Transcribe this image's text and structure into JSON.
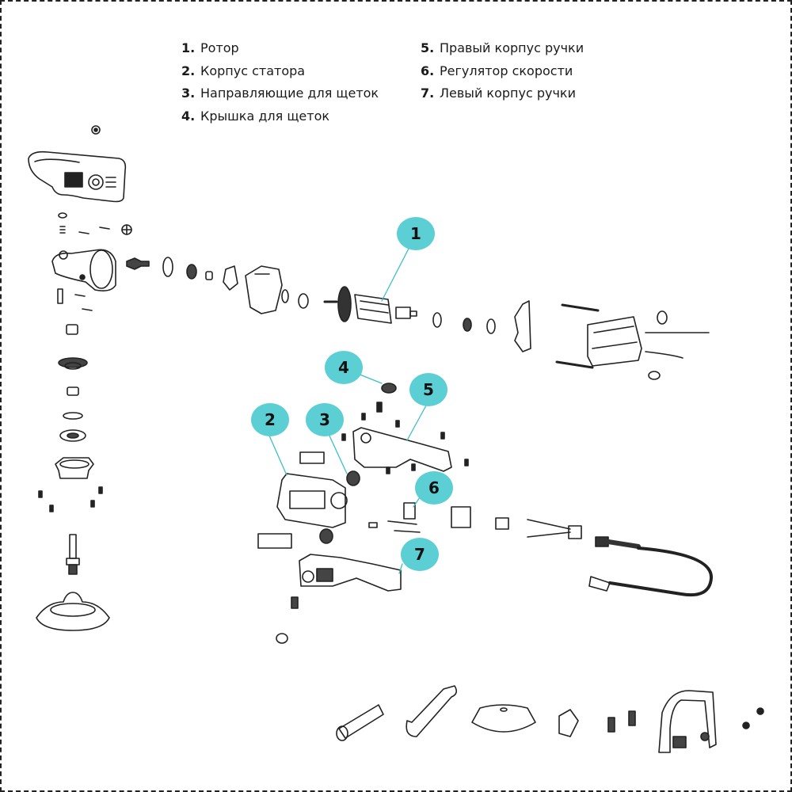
{
  "legend": {
    "items": [
      {
        "num": "1.",
        "label": "Ротор"
      },
      {
        "num": "2.",
        "label": "Корпус статора"
      },
      {
        "num": "3.",
        "label": "Направляющие для щеток"
      },
      {
        "num": "4.",
        "label": "Крышка для щеток"
      },
      {
        "num": "5.",
        "label": "Правый корпус ручки"
      },
      {
        "num": "6.",
        "label": "Регулятор скорости"
      },
      {
        "num": "7.",
        "label": "Левый корпус ручки"
      }
    ]
  },
  "callouts": [
    {
      "id": "1",
      "part": "rotor"
    },
    {
      "id": "2",
      "part": "stator-housing"
    },
    {
      "id": "3",
      "part": "brush-guides"
    },
    {
      "id": "4",
      "part": "brush-cap"
    },
    {
      "id": "5",
      "part": "right-handle-housing"
    },
    {
      "id": "6",
      "part": "speed-controller"
    },
    {
      "id": "7",
      "part": "left-handle-housing"
    }
  ],
  "colors": {
    "callout_fill": "#5ccfd4",
    "leader_line": "#3bbfc6",
    "part_stroke": "#222222",
    "frame_border": "#222222"
  }
}
